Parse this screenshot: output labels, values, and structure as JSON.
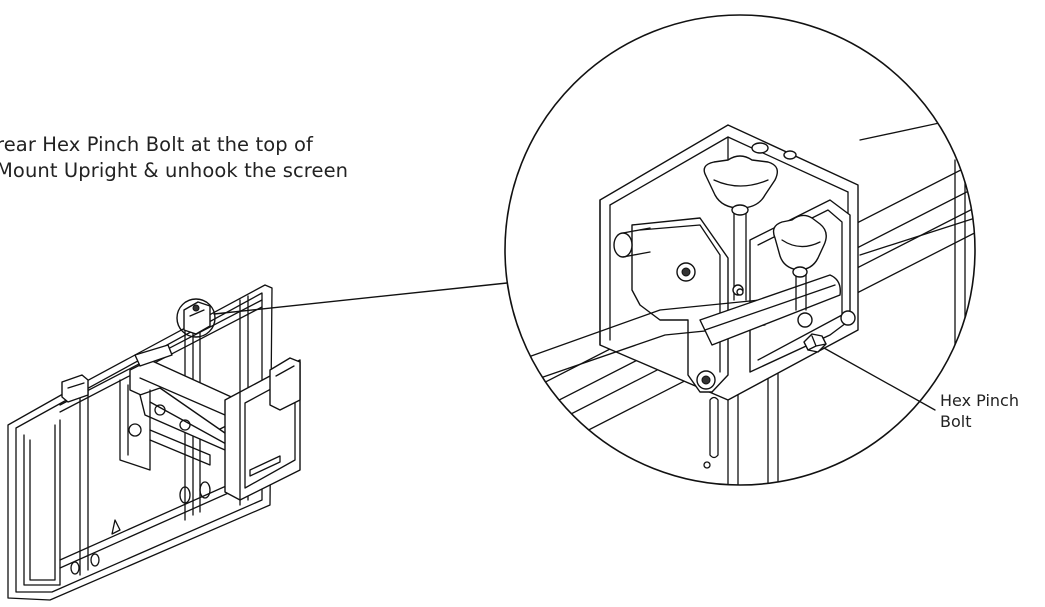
{
  "instruction": {
    "line1": "rear Hex Pinch Bolt at the top of",
    "line2": "Mount Upright & unhook the screen"
  },
  "callout": {
    "line1": "Hex Pinch",
    "line2": "Bolt"
  }
}
